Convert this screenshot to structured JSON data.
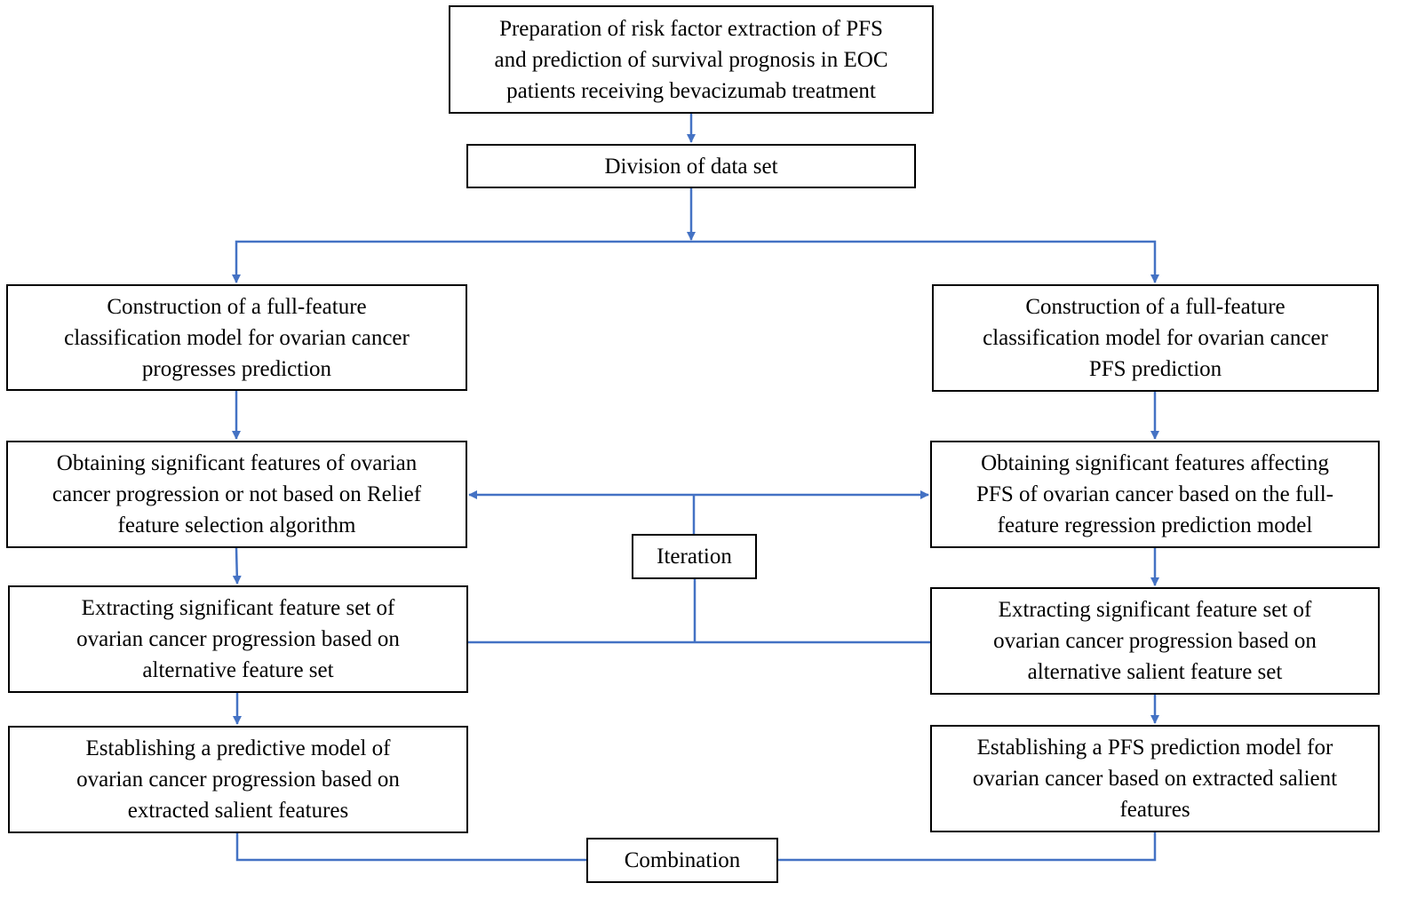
{
  "colors": {
    "connector": "#4472C4",
    "box_border": "#000000",
    "text": "#000000"
  },
  "nodes": {
    "top": "Preparation of risk factor extraction of PFS and prediction of survival prognosis in EOC patients receiving bevacizumab treatment",
    "top_lines": [
      "Preparation of risk factor extraction of PFS",
      "and prediction of survival prognosis in EOC",
      "patients receiving bevacizumab treatment"
    ],
    "division": "Division of data set",
    "left": [
      {
        "lines": [
          "Construction of a full-feature",
          "classification model for ovarian cancer",
          "progresses prediction"
        ]
      },
      {
        "lines": [
          "Obtaining significant features of ovarian",
          "cancer progression or not based on Relief",
          "feature selection algorithm"
        ]
      },
      {
        "lines": [
          "Extracting significant feature set of",
          "ovarian cancer progression based on",
          "alternative feature set"
        ]
      },
      {
        "lines": [
          "Establishing a predictive model of",
          "ovarian cancer progression based on",
          "extracted salient features"
        ]
      }
    ],
    "right": [
      {
        "lines": [
          "Construction of a full-feature",
          "classification model for ovarian cancer",
          "PFS prediction"
        ]
      },
      {
        "lines": [
          "Obtaining significant features affecting",
          "PFS of ovarian cancer based on the full-",
          "feature regression prediction model"
        ]
      },
      {
        "lines": [
          "Extracting significant feature set of",
          "ovarian cancer progression based on",
          "alternative salient feature set"
        ]
      },
      {
        "lines": [
          "Establishing a PFS prediction model for",
          "ovarian cancer based on extracted salient",
          "features"
        ]
      }
    ],
    "iteration": "Iteration",
    "combination": "Combination"
  }
}
